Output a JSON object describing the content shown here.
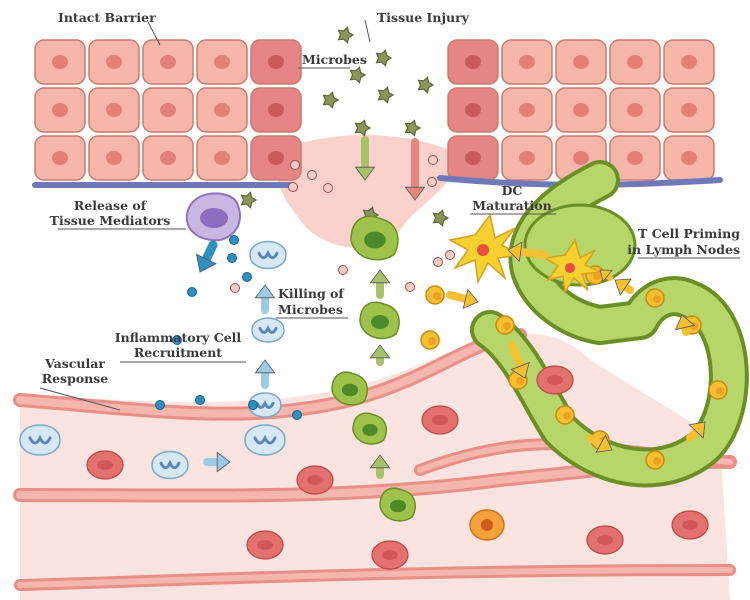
{
  "labels": {
    "intact_barrier": "Intact Barrier",
    "tissue_injury": "Tissue Injury",
    "microbes": "Microbes",
    "release_line1": "Release of",
    "release_line2": "Tissue Mediators",
    "dc_line1": "DC",
    "dc_line2": "Maturation",
    "tcell_line1": "T Cell Priming",
    "tcell_line2": "in Lymph Nodes",
    "killing_line1": "Killing of",
    "killing_line2": "Microbes",
    "inflam_line1": "Inflammatory Cell",
    "inflam_line2": "Recruitment",
    "vascular_line1": "Vascular",
    "vascular_line2": "Response"
  },
  "colors": {
    "epithelium": "#f6b7aa",
    "epithelium_injured": "#e58585",
    "nucleus": "#e47f78",
    "basement": "#6f78b8",
    "vessel": "#f2a7a0",
    "rbc": "#e57070",
    "leukocyte": "#d6e8f4",
    "macrophage": "#9fc24a",
    "lymph": "#8db63c",
    "tcell": "#f6c032",
    "dc": "#f8d030",
    "microbe": "#8d9458",
    "mediator": "#2f90c0"
  }
}
